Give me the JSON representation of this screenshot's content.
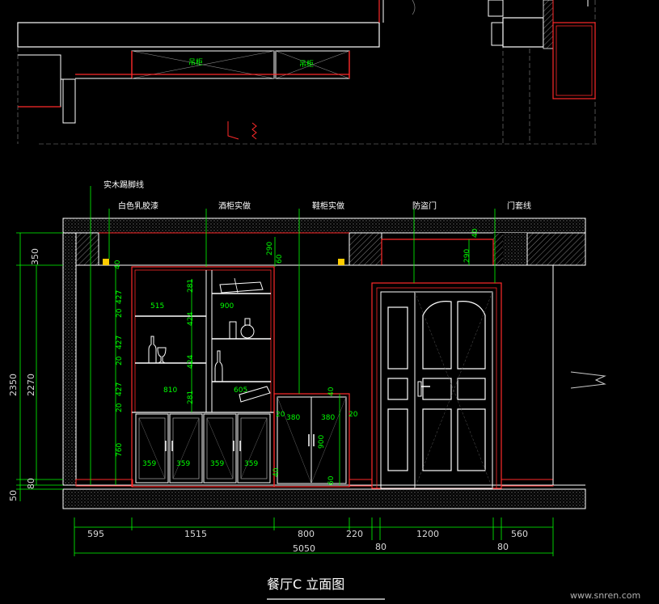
{
  "title": "餐厅C 立面图",
  "watermark": "www.snren.com",
  "plan_labels": [
    "吊柜",
    "吊柜"
  ],
  "callouts": [
    "实木踢脚线",
    "白色乳胶漆",
    "酒柜实做",
    "鞋柜实做",
    "防盗门",
    "门套线"
  ],
  "bottom_dims": [
    "595",
    "1515",
    "800",
    "220",
    "1200",
    "560"
  ],
  "bottom_sub_dims": [
    "80",
    "80"
  ],
  "total_dim": "5050",
  "left_dims": [
    "350",
    "2350",
    "2270",
    "50",
    "80"
  ],
  "inner_dims": [
    "40",
    "290",
    "60",
    "290",
    "40",
    "427",
    "281",
    "515",
    "900",
    "20",
    "427",
    "424",
    "20",
    "424",
    "427",
    "810",
    "605",
    "281",
    "20",
    "20",
    "380",
    "380",
    "20",
    "760",
    "900",
    "359",
    "359",
    "359",
    "359",
    "40",
    "40",
    "60"
  ],
  "colors": {
    "line": "#ffffff",
    "accent": "#ff2a2a",
    "dim": "#00ff00",
    "hatch": "#bbbbbb",
    "background": "#000000"
  }
}
